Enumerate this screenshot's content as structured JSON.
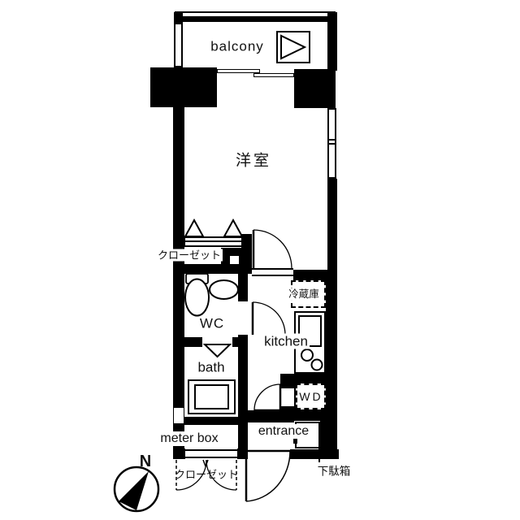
{
  "floorplan": {
    "labels": {
      "balcony": "balcony",
      "western_room": "洋室",
      "closet_upper": "クローゼット",
      "wc": "WC",
      "refrigerator": "冷蔵庫",
      "kitchen": "kitchen",
      "bath": "bath",
      "meter_box": "meter box",
      "entrance": "entrance",
      "closet_lower": "クローゼット",
      "shoe_cabinet": "下駄箱",
      "washer_dryer": "WD",
      "compass_north": "N"
    },
    "colors": {
      "wall": "#000000",
      "floor": "#ffffff",
      "text": "#111111"
    }
  }
}
